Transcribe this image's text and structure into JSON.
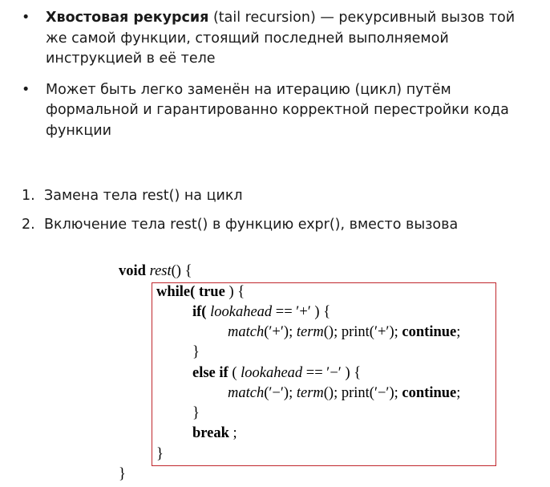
{
  "bullets": [
    {
      "bold_term": "Хвостовая рекурсия",
      "text": " (tail recursion) — рекурсивный вызов той же самой функции, стоящий последней выполняемой инструкцией в её теле"
    },
    {
      "text": "Может быть легко заменён на итерацию (цикл) путём формальной и гарантированно корректной перестройки кода функции"
    }
  ],
  "bullet_marker": "•",
  "steps": [
    {
      "marker": "1.",
      "text": "Замена тела rest() на цикл"
    },
    {
      "marker": "2.",
      "text": "Включение тела rest() в функцию expr(), вместо вызова"
    }
  ],
  "code": {
    "l1_kw": "void",
    "l1_fn": "rest",
    "l1_rest": "() {",
    "l2_kw": "while(",
    "l2_kw2": "true",
    "l2_rest": " ) {",
    "l3_kw": "if(",
    "l3_var": "lookahead",
    "l3_rest": " == ′+′ ) {",
    "l4_fn1": "match",
    "l4_a": "(′+′); ",
    "l4_fn2": "term",
    "l4_b": "(); print(′+′); ",
    "l4_kw": "continue",
    "l4_c": ";",
    "l5": "}",
    "l6_kw": "else if",
    "l6_a": " ( ",
    "l6_var": "lookahead",
    "l6_rest": " == ′−′ ) {",
    "l7_fn1": "match",
    "l7_a": "(′−′); ",
    "l7_fn2": "term",
    "l7_b": "(); print(′−′); ",
    "l7_kw": "continue",
    "l7_c": ";",
    "l8": "}",
    "l9_kw": "break",
    "l9_rest": " ;",
    "l10": "}",
    "l11": "}"
  },
  "colors": {
    "highlight_border": "#c0272d"
  }
}
